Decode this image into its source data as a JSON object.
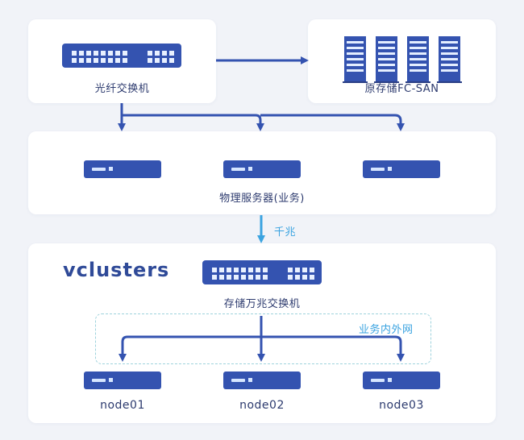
{
  "top_left_panel": {
    "label": "光纤交换机",
    "icon": "network-switch-icon"
  },
  "top_right_panel": {
    "label": "原存储FC-SAN",
    "icon": "storage-rack-icon",
    "rack_count": 4
  },
  "middle_panel": {
    "label": "物理服务器(业务)",
    "server_count": 3
  },
  "link_label": "千兆",
  "bottom_panel": {
    "title": "vclusters",
    "switch_label": "存储万兆交换机",
    "network_label": "业务内外网",
    "nodes": [
      {
        "label": "node01"
      },
      {
        "label": "node02"
      },
      {
        "label": "node03"
      }
    ]
  },
  "colors": {
    "primary": "#3453b0",
    "accent_link": "#3aa3e0",
    "text": "#2c3a6e",
    "network_label": "#3aa3e0",
    "background": "#f1f3f8"
  }
}
